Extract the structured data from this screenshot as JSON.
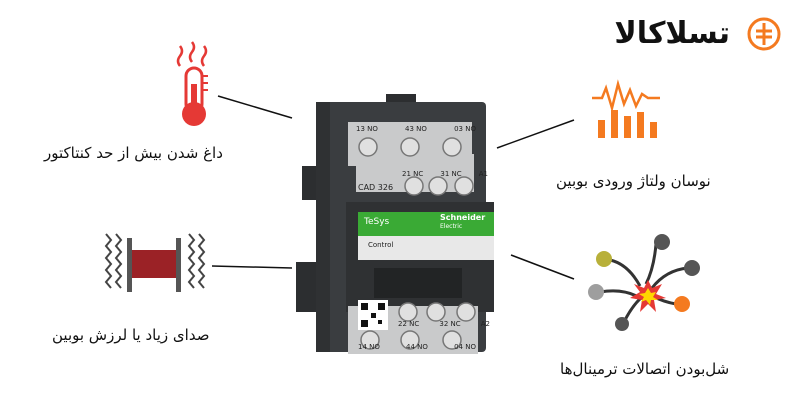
{
  "brand": {
    "name": "تسلاکالا"
  },
  "callouts": {
    "overheat": "داغ شدن بیش از حد کنتاکتور",
    "noise": "صدای زیاد یا لرزش بوبین",
    "voltage": "نوسان ولتاژ ورودی بوبین",
    "short": "شل‌بودن اتصالات ترمینال‌ها"
  },
  "contactor": {
    "model": "CAD 326",
    "series": "TeSys",
    "maker": "Schneider",
    "maker_sub": "Electric",
    "control": "Control",
    "top_terms": [
      "13 NO",
      "43 NO",
      "03 NO"
    ],
    "mid_terms": [
      "21 NC",
      "31 NC",
      "A1"
    ],
    "bot_terms_upper": [
      "22 NC",
      "32 NC",
      "A2"
    ],
    "bot_terms_lower": [
      "14 NO",
      "44 NO",
      "04 NO"
    ]
  },
  "colors": {
    "accent_orange": "#f47a20",
    "red": "#e53935",
    "body": "#3a3d40",
    "green": "#3aaa35"
  }
}
